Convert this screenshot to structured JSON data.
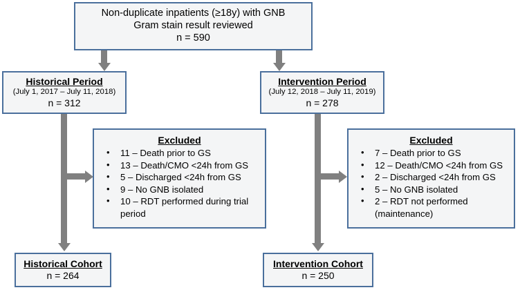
{
  "diagram": {
    "title": "Patient enrollment flow diagram",
    "colors": {
      "box_border": "#4a6f9c",
      "box_fill": "#f4f5f6",
      "arrow": "#808080",
      "text": "#000000",
      "background": "#ffffff"
    },
    "nodes": {
      "source": {
        "line1": "Non-duplicate inpatients (≥18y) with GNB",
        "line2": "Gram stain result reviewed",
        "line3": "n = 590"
      },
      "historical_period": {
        "title": "Historical Period",
        "dates": "(July 1, 2017 – July 11, 2018)",
        "count": "n = 312"
      },
      "intervention_period": {
        "title": "Intervention Period",
        "dates": "(July 12, 2018 – July 11, 2019)",
        "count": "n = 278"
      },
      "historical_excluded": {
        "title": "Excluded",
        "items": [
          "11 – Death prior to GS",
          "13 – Death/CMO <24h from GS",
          "5 – Discharged <24h from GS",
          "9 – No GNB isolated",
          "10 – RDT performed during trial period"
        ]
      },
      "intervention_excluded": {
        "title": "Excluded",
        "items": [
          "7 – Death prior to GS",
          "12 – Death/CMO <24h from GS",
          "2 – Discharged <24h from GS",
          "5 – No GNB isolated",
          "2 – RDT not performed (maintenance)"
        ]
      },
      "historical_cohort": {
        "title": "Historical Cohort",
        "count": "n = 264"
      },
      "intervention_cohort": {
        "title": "Intervention Cohort",
        "count": "n = 250"
      }
    }
  }
}
